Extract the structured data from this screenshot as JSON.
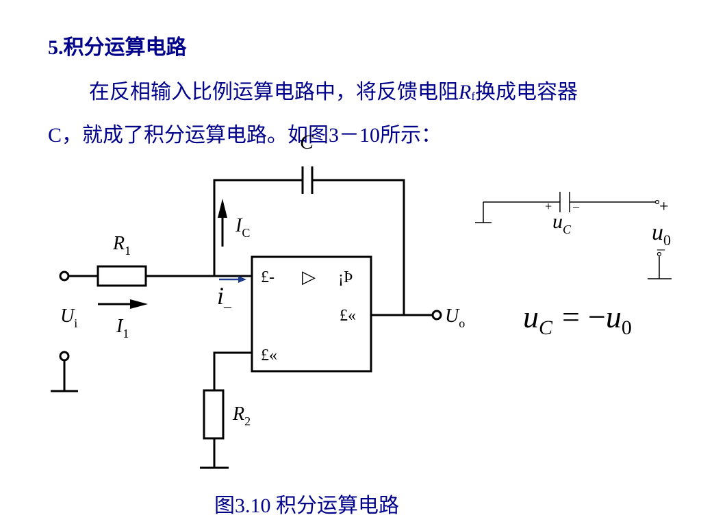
{
  "slide": {
    "heading": "5.积分运算电路",
    "paragraph": {
      "text_before": "在反相输入比例运算电路中，将反馈电阻",
      "var_main": "R",
      "var_sub": "f",
      "text_line1_end": "换成电容器",
      "text_line2": "C，就成了积分运算电路。如图3－10所示："
    },
    "caption": "图3.10  积分运算电路"
  },
  "circuit": {
    "capacitor_label": "C",
    "ic_label_main": "I",
    "ic_label_sub": "C",
    "r1_label_main": "R",
    "r1_label_sub": "1",
    "r2_label_main": "R",
    "r2_label_sub": "2",
    "ui_label_main": "U",
    "ui_label_sub": "i",
    "i1_label_main": "I",
    "i1_label_sub": "1",
    "i_minus_main": "i",
    "i_minus_sub": "–",
    "uo_label_main": "U",
    "uo_label_sub": "o",
    "opamp_minus_pin": "£-",
    "opamp_symbol": "▷",
    "opamp_infinity": "¡Þ",
    "opamp_output_pin": "£«",
    "opamp_plus_pin": "£«"
  },
  "side_diagram": {
    "plus_left": "+",
    "minus_right": "–",
    "uc_main": "u",
    "uc_sub": "C",
    "plus_output": "+",
    "u0_main": "u",
    "u0_sub": "0",
    "minus_output": "–"
  },
  "equation": {
    "lhs_main": "u",
    "lhs_sub": "C",
    "equals": "=",
    "rhs_sign": "−",
    "rhs_main": "u",
    "rhs_sub": "0"
  },
  "colors": {
    "text_blue": "#00008b",
    "arrow_blue": "#1f3b8f",
    "line": "#000000"
  }
}
